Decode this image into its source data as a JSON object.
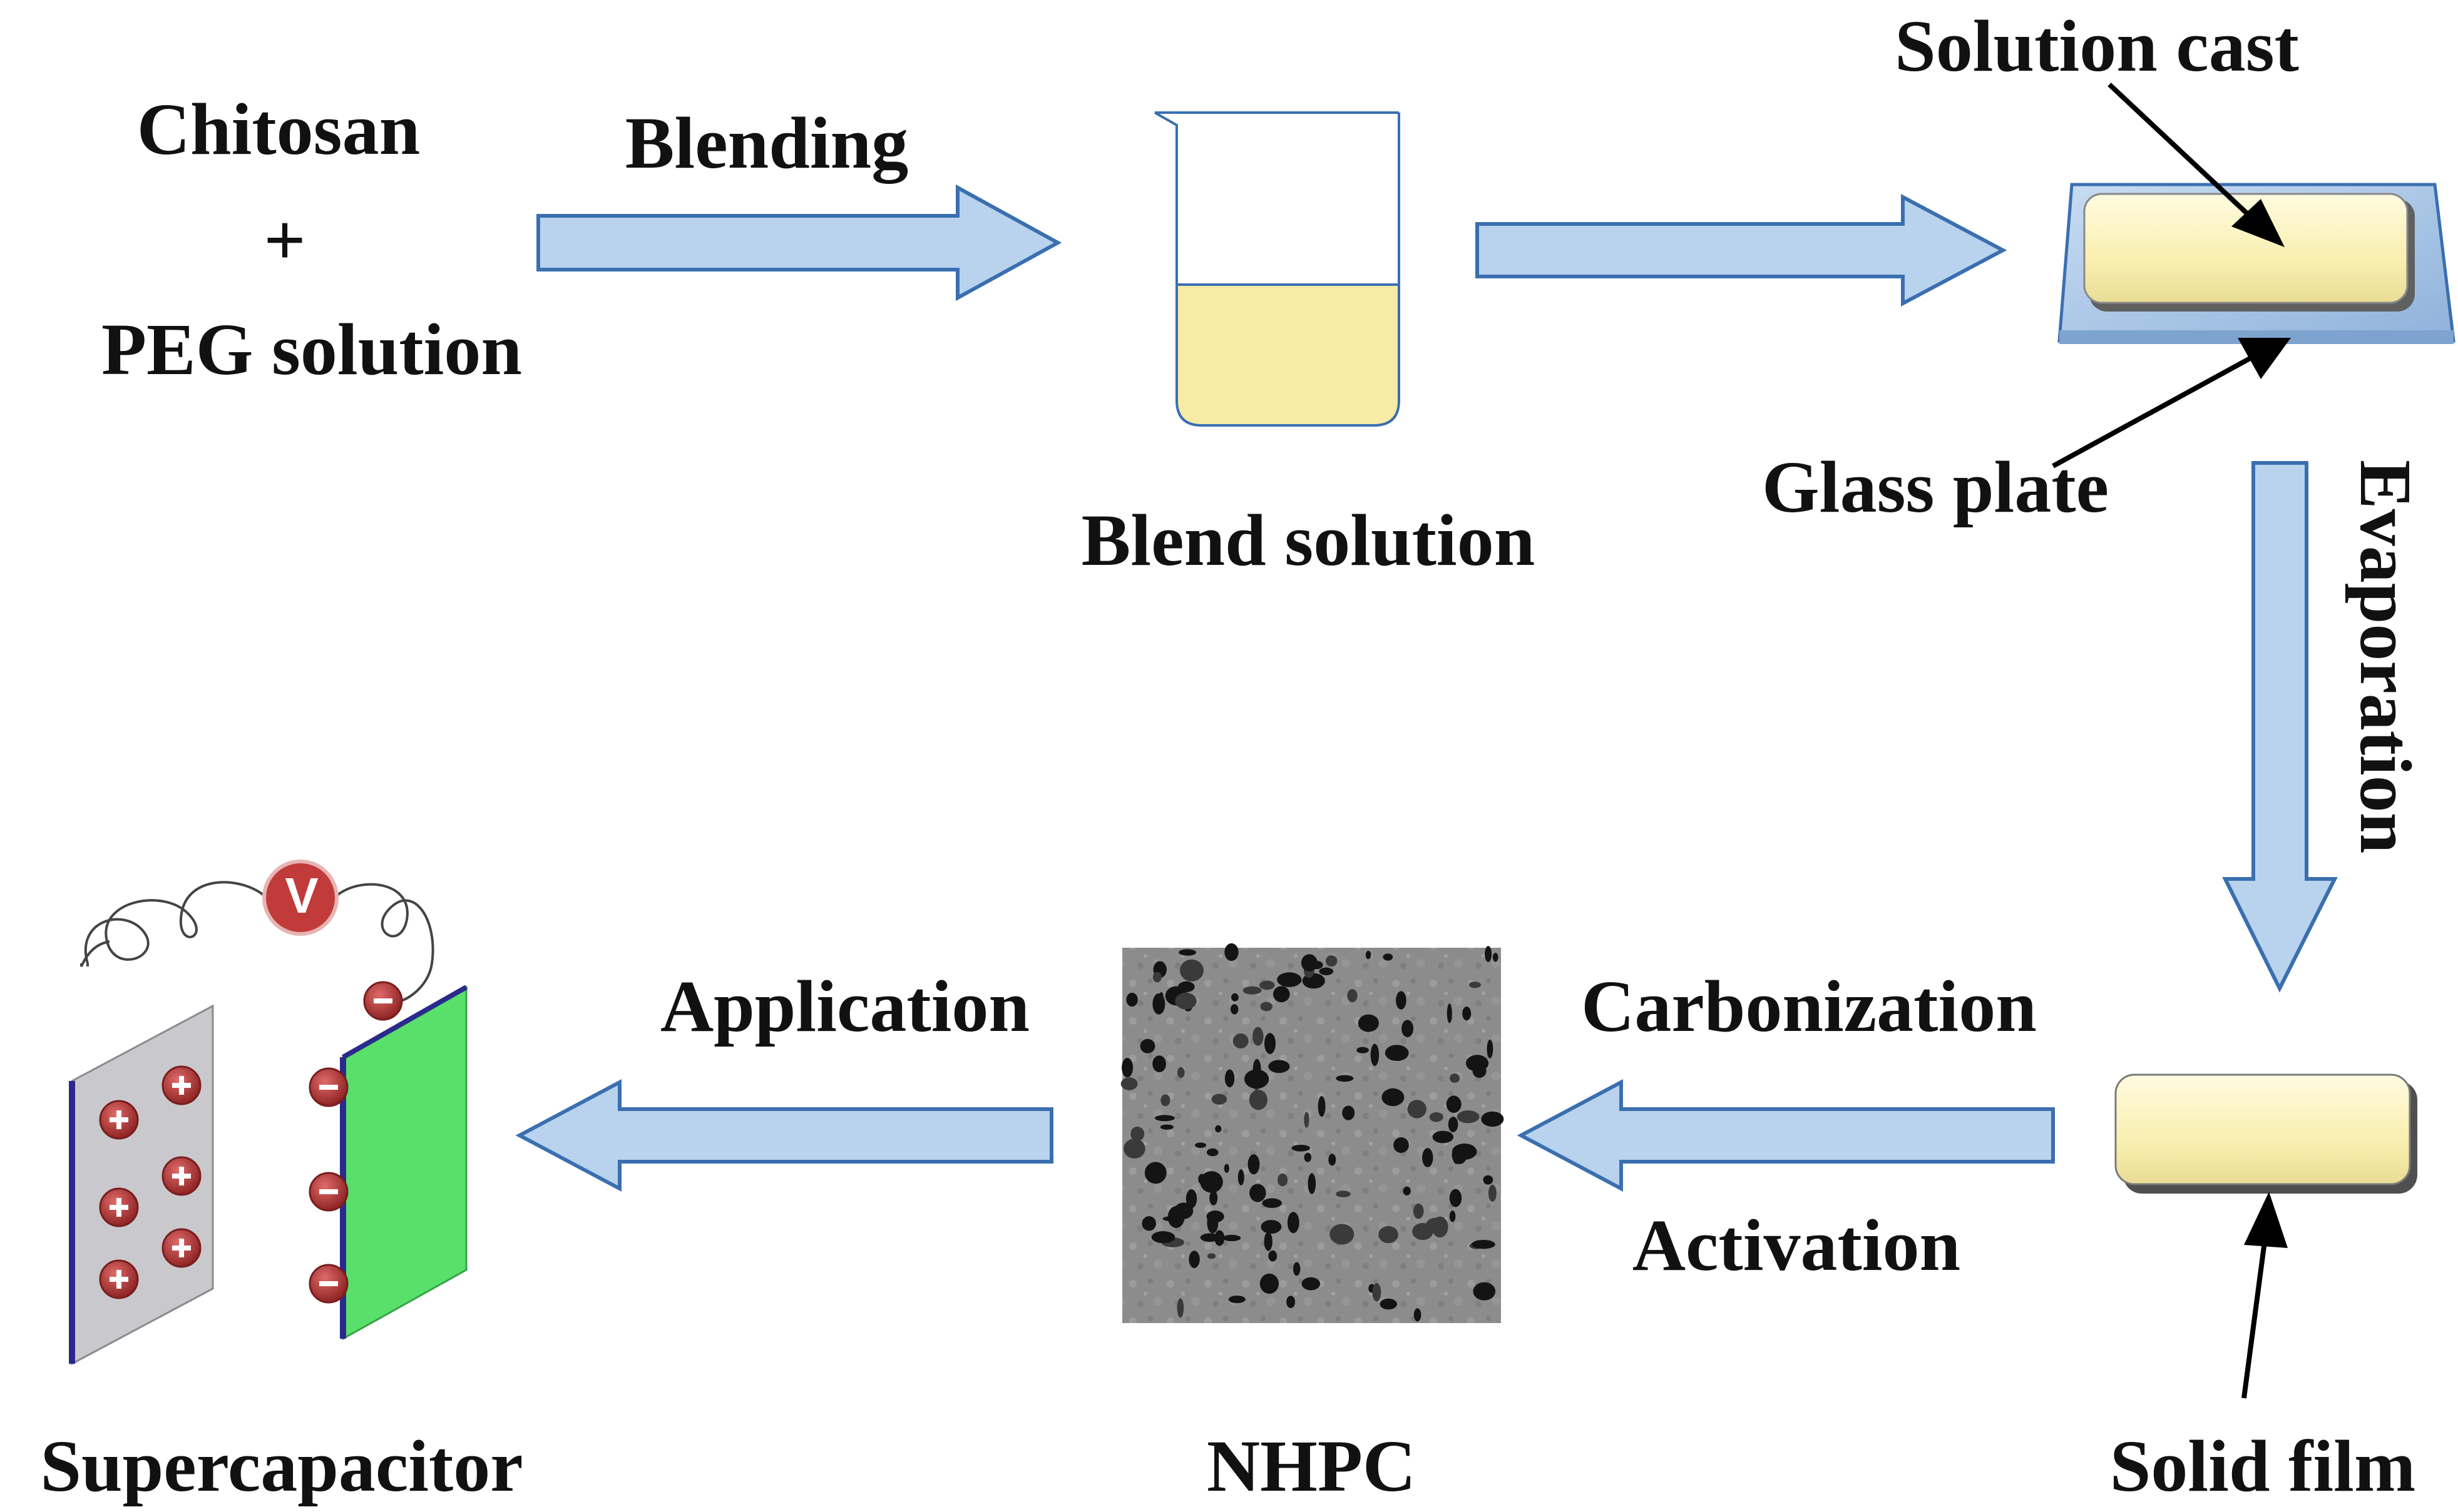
{
  "labels": {
    "chitosan": "Chitosan",
    "plus": "+",
    "peg_solution": "PEG solution",
    "blending": "Blending",
    "blend_solution": "Blend solution",
    "solution_cast": "Solution cast",
    "glass_plate": "Glass plate",
    "evaporation": "Evaporation",
    "solid_film": "Solid film",
    "carbonization": "Carbonization",
    "activation": "Activation",
    "nhpc": "NHPC",
    "application": "Application",
    "supercapacitor": "Supercapacitor",
    "voltmeter": "V"
  },
  "colors": {
    "arrow_fill": "#b9d3ee",
    "arrow_stroke": "#3a6fb0",
    "solution": "#f7eba6",
    "film": "#fbf1b3",
    "glass": "#a9c7e8",
    "positive_plate": "#c9c9cd",
    "negative_plate": "#58e06a",
    "ion_red": "#b83a3a"
  }
}
